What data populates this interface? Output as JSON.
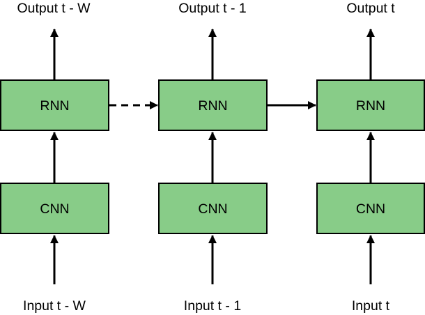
{
  "diagram": {
    "columns": [
      {
        "output_label": "Output t - W",
        "rnn_label": "RNN",
        "cnn_label": "CNN",
        "input_label": "Input t - W"
      },
      {
        "output_label": "Output t - 1",
        "rnn_label": "RNN",
        "cnn_label": "CNN",
        "input_label": "Input t - 1"
      },
      {
        "output_label": "Output t",
        "rnn_label": "RNN",
        "cnn_label": "CNN",
        "input_label": "Input t"
      }
    ],
    "connections": [
      {
        "from": "rnn-1",
        "to": "rnn-2",
        "style": "dashed"
      },
      {
        "from": "rnn-2",
        "to": "rnn-3",
        "style": "solid"
      }
    ],
    "colors": {
      "box_fill": "#88cc88",
      "box_stroke": "#000000",
      "arrow": "#000000",
      "text": "#000000"
    }
  }
}
